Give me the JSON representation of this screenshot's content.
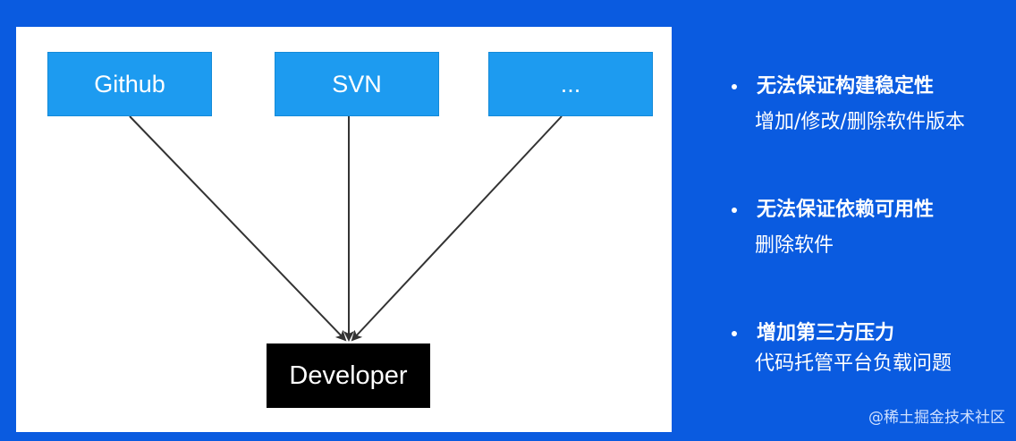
{
  "diagram": {
    "nodes": {
      "github": "Github",
      "svn": "SVN",
      "more": "...",
      "developer": "Developer"
    },
    "edges": [
      {
        "from": "github",
        "to": "developer"
      },
      {
        "from": "svn",
        "to": "developer"
      },
      {
        "from": "more",
        "to": "developer"
      }
    ]
  },
  "bullets": [
    {
      "title": "无法保证构建稳定性",
      "detail": "增加/修改/删除软件版本"
    },
    {
      "title": "无法保证依赖可用性",
      "detail": "删除软件"
    },
    {
      "title": "增加第三方压力",
      "detail": "代码托管平台负载问题"
    }
  ],
  "watermark": "@稀土掘金技术社区",
  "colors": {
    "background": "#0a5be0",
    "panel": "#ffffff",
    "source_node": "#1d9bf0",
    "developer_node": "#000000",
    "edge": "#333333"
  }
}
